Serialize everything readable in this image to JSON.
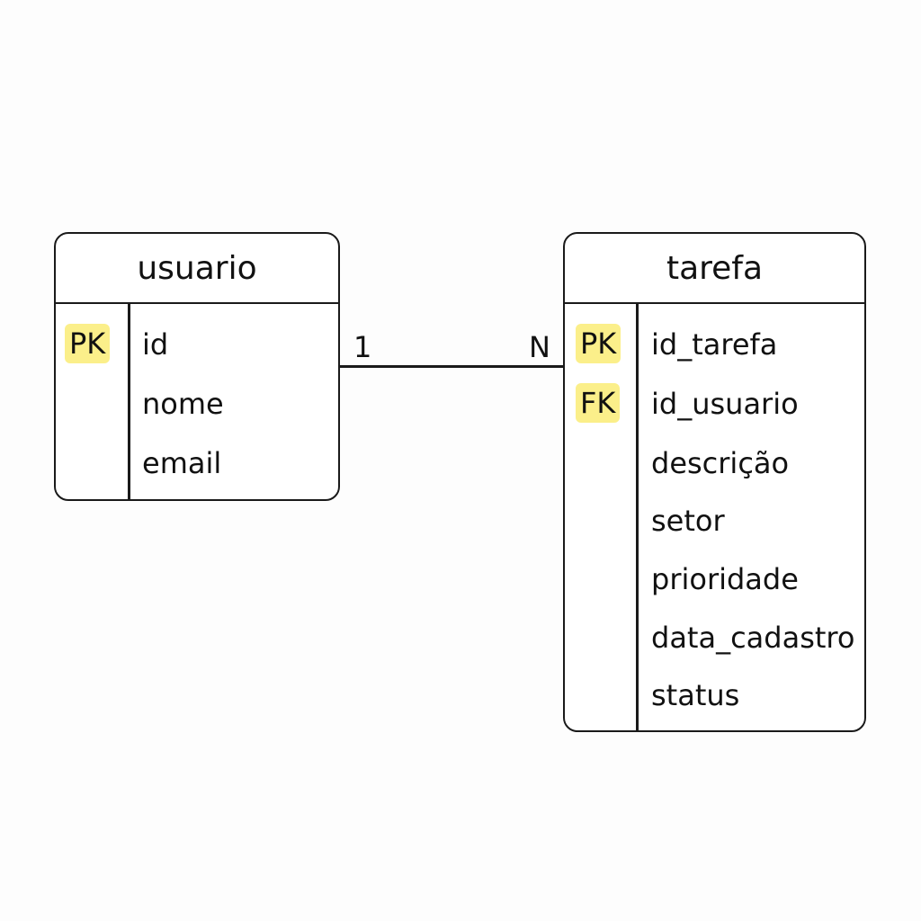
{
  "entities": {
    "usuario": {
      "title": "usuario",
      "fields": [
        {
          "key": "PK",
          "name": "id"
        },
        {
          "key": "",
          "name": "nome"
        },
        {
          "key": "",
          "name": "email"
        }
      ]
    },
    "tarefa": {
      "title": "tarefa",
      "fields": [
        {
          "key": "PK",
          "name": "id_tarefa"
        },
        {
          "key": "FK",
          "name": "id_usuario"
        },
        {
          "key": "",
          "name": "descrição"
        },
        {
          "key": "",
          "name": "setor"
        },
        {
          "key": "",
          "name": "prioridade"
        },
        {
          "key": "",
          "name": "data_cadastro"
        },
        {
          "key": "",
          "name": "status"
        }
      ]
    }
  },
  "relationship": {
    "from": "usuario",
    "to": "tarefa",
    "from_cardinality": "1",
    "to_cardinality": "N"
  },
  "colors": {
    "key_badge": "#fbef8a",
    "border": "#1a1a1a",
    "background": "#fdfdfd"
  }
}
